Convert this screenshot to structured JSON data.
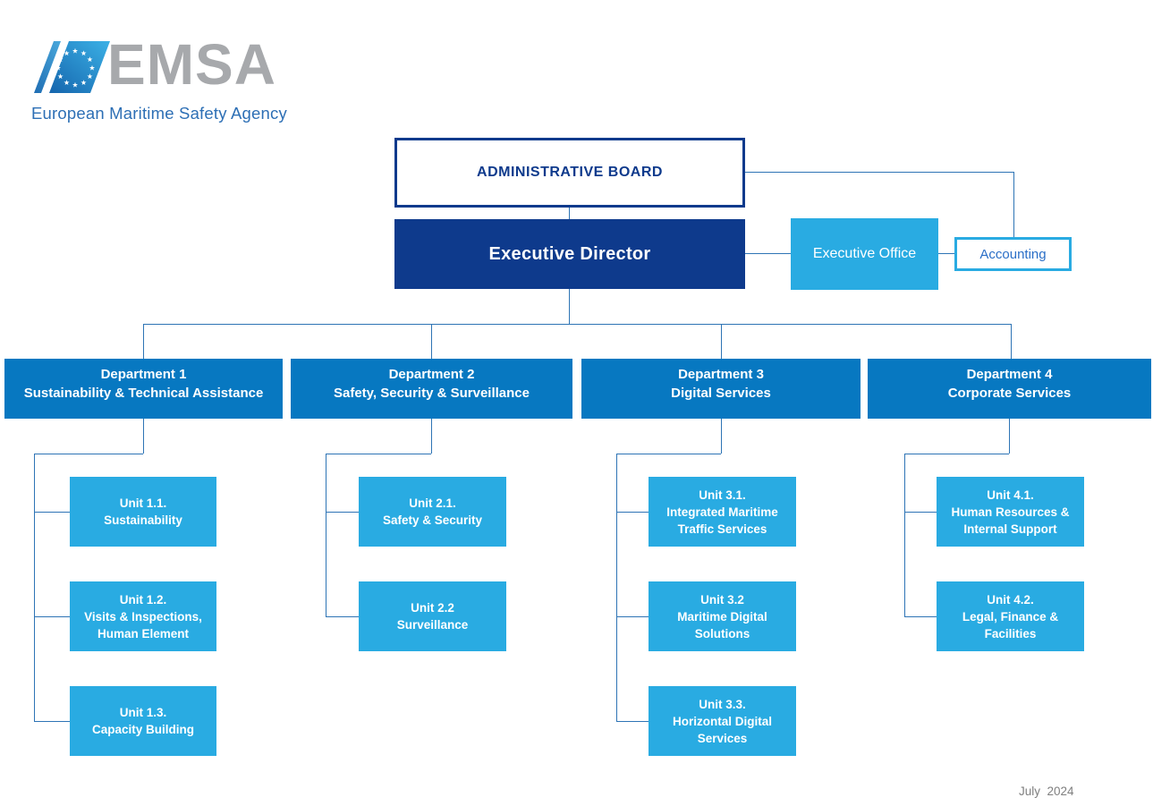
{
  "logo": {
    "acronym": "EMSA",
    "tagline": "European Maritime Safety Agency",
    "emblem_icon": "eu-stars-parallelogram-icon"
  },
  "chart": {
    "board": "ADMINISTRATIVE BOARD",
    "director": "Executive Director",
    "executive_office": "Executive Office",
    "accounting": "Accounting",
    "departments": [
      {
        "title": "Department 1",
        "subtitle": "Sustainability & Technical Assistance",
        "units": [
          "Unit 1.1.\nSustainability",
          "Unit 1.2.\nVisits & Inspections,\nHuman Element",
          "Unit 1.3.\nCapacity Building"
        ]
      },
      {
        "title": "Department 2",
        "subtitle": "Safety, Security & Surveillance",
        "units": [
          "Unit 2.1.\nSafety & Security",
          "Unit 2.2\nSurveillance"
        ]
      },
      {
        "title": "Department 3",
        "subtitle": "Digital Services",
        "units": [
          "Unit 3.1.\nIntegrated Maritime\nTraffic Services",
          "Unit 3.2\nMaritime Digital\nSolutions",
          "Unit 3.3.\nHorizontal Digital\nServices"
        ]
      },
      {
        "title": "Department 4",
        "subtitle": "Corporate Services",
        "units": [
          "Unit 4.1.\nHuman Resources &\nInternal Support",
          "Unit 4.2.\nLegal, Finance &\nFacilities"
        ]
      }
    ]
  },
  "footer": {
    "date": "July  2024"
  },
  "colors": {
    "navy": "#0e3a8c",
    "department_blue": "#0778c1",
    "unit_blue": "#29abe2",
    "connector_blue": "#2e74b5",
    "logo_gray": "#a7a9ac",
    "tagline_blue": "#2d6fb5",
    "accounting_text_blue": "#2b6fc7",
    "date_gray": "#7f7f7f"
  }
}
